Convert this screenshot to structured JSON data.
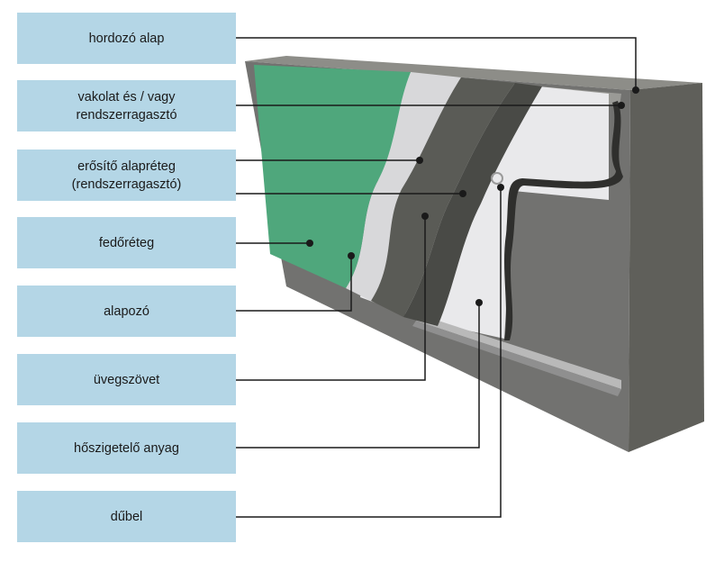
{
  "labels": [
    {
      "id": "hordozo-alap",
      "text": "hordozó alap"
    },
    {
      "id": "vakolat",
      "text": "vakolat és / vagy\nrendszerragasztó"
    },
    {
      "id": "erosito-alapreteg",
      "text": "erősítő alapréteg\n(rendszerragasztó)"
    },
    {
      "id": "fedoreteg",
      "text": "fedőréteg"
    },
    {
      "id": "alapozo",
      "text": "alapozó"
    },
    {
      "id": "uvegszovet",
      "text": "üvegszövet"
    },
    {
      "id": "hoszigetelo-anyag",
      "text": "hőszigetelő anyag"
    },
    {
      "id": "dubel",
      "text": "dűbel"
    }
  ],
  "colors": {
    "label_bg": "#b4d6e6",
    "wall": "#6e6e69",
    "wall_side": "#5d5d58",
    "wall_top": "#8a8a85",
    "insulation": "#e6e6e8",
    "finish": "#4aa37a",
    "mesh_layer": "#595a55",
    "primer": "#d9d9db",
    "leader": "#1a1a1a"
  }
}
